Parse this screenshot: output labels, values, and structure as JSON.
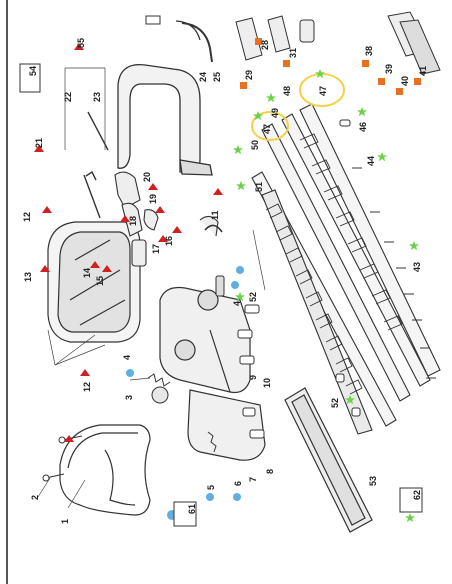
{
  "diagram": {
    "part_labels": [
      {
        "id": "1",
        "text": "1"
      },
      {
        "id": "2",
        "text": "2"
      },
      {
        "id": "3",
        "text": "3"
      },
      {
        "id": "4a",
        "text": "4"
      },
      {
        "id": "4b",
        "text": "4"
      },
      {
        "id": "5",
        "text": "5"
      },
      {
        "id": "6",
        "text": "6"
      },
      {
        "id": "7",
        "text": "7"
      },
      {
        "id": "8",
        "text": "8"
      },
      {
        "id": "9",
        "text": "9"
      },
      {
        "id": "10",
        "text": "10"
      },
      {
        "id": "11",
        "text": "11"
      },
      {
        "id": "12a",
        "text": "12"
      },
      {
        "id": "12b",
        "text": "12"
      },
      {
        "id": "13",
        "text": "13"
      },
      {
        "id": "14",
        "text": "14"
      },
      {
        "id": "15",
        "text": "15"
      },
      {
        "id": "16",
        "text": "16"
      },
      {
        "id": "17",
        "text": "17"
      },
      {
        "id": "18",
        "text": "18"
      },
      {
        "id": "19",
        "text": "19"
      },
      {
        "id": "20",
        "text": "20"
      },
      {
        "id": "21",
        "text": "21"
      },
      {
        "id": "22",
        "text": "22"
      },
      {
        "id": "23",
        "text": "23"
      },
      {
        "id": "24",
        "text": "24"
      },
      {
        "id": "25",
        "text": "25"
      },
      {
        "id": "28",
        "text": "28"
      },
      {
        "id": "29",
        "text": "29"
      },
      {
        "id": "31",
        "text": "31"
      },
      {
        "id": "38",
        "text": "38"
      },
      {
        "id": "39",
        "text": "39"
      },
      {
        "id": "40",
        "text": "40"
      },
      {
        "id": "41",
        "text": "41"
      },
      {
        "id": "43",
        "text": "43"
      },
      {
        "id": "44",
        "text": "44"
      },
      {
        "id": "46",
        "text": "46"
      },
      {
        "id": "47a",
        "text": "47"
      },
      {
        "id": "47b",
        "text": "47"
      },
      {
        "id": "48",
        "text": "48"
      },
      {
        "id": "49",
        "text": "49"
      },
      {
        "id": "50",
        "text": "50"
      },
      {
        "id": "51",
        "text": "51"
      },
      {
        "id": "52a",
        "text": "52"
      },
      {
        "id": "52b",
        "text": "52"
      },
      {
        "id": "53",
        "text": "53"
      },
      {
        "id": "54",
        "text": "54"
      },
      {
        "id": "55",
        "text": "55"
      },
      {
        "id": "61",
        "text": "61"
      },
      {
        "id": "62",
        "text": "62"
      }
    ],
    "legend_labels": {
      "box61": "61",
      "box62": "62",
      "box54": "54"
    },
    "colors": {
      "red_marker": "#d02020",
      "blue_marker": "#5fb0e0",
      "green_marker": "#6cd24a",
      "orange_marker": "#e8701e",
      "highlight": "#f3d24a",
      "line": "#333333"
    }
  }
}
